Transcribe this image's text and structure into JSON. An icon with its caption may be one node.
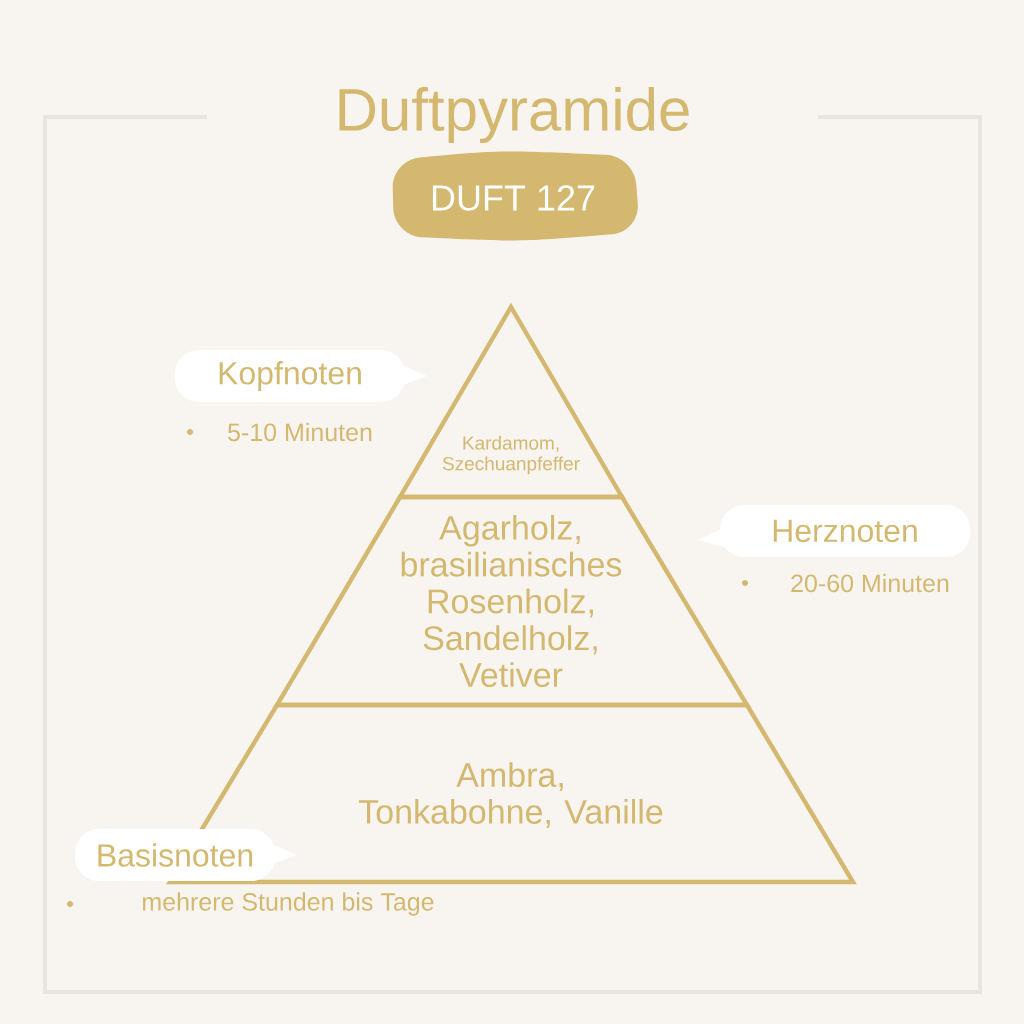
{
  "diagram": {
    "title": "Duftpyramide",
    "nodes": [
      {
        "text": [
          "DUFT 127"
        ]
      },
      {
        "text": [
          "Kardamom, Szechuanpfeffer"
        ]
      },
      {
        "text": [
          "Kopfnoten"
        ],
        "beside": [
          "5-10 Minuten"
        ]
      },
      {
        "text": [
          "Agarholz, brasilianisches Rosenholz, Sandelholz, Vetiver"
        ]
      },
      {
        "text": [
          "Herznoten"
        ],
        "beside": [
          "20-60 Minuten"
        ]
      },
      {
        "text": [
          "Ambra, Tonkabohne, Vanille"
        ]
      },
      {
        "text": [
          "Basisnoten"
        ],
        "beside": [
          "mehrere Stunden bis Tage"
        ]
      }
    ],
    "edges": []
  }
}
